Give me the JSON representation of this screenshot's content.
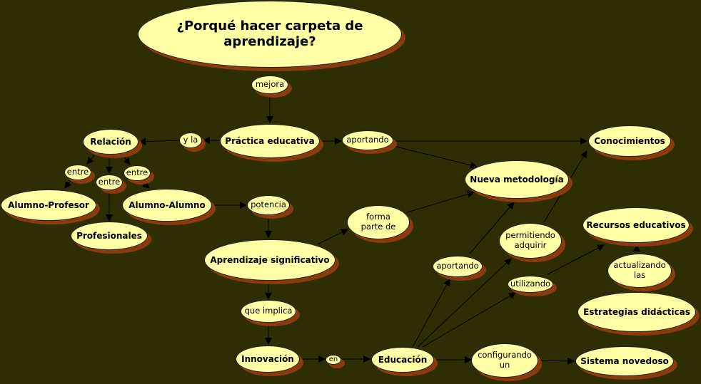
{
  "title": "¿Porqué hacer carpeta de aprendizaje?",
  "concepts": {
    "practica": "Práctica educativa",
    "relacion": "Relación",
    "alumno_profesor": "Alumno-Profesor",
    "alumno_alumno": "Alumno-Alumno",
    "profesionales": "Profesionales",
    "aprendizaje": "Aprendizaje significativo",
    "innovacion": "Innovación",
    "educacion": "Educación",
    "sistema": "Sistema novedoso",
    "conocimientos": "Conocimientos",
    "nueva_metodologia": "Nueva metodología",
    "recursos": "Recursos educativos",
    "estrategias": "Estrategias didácticas"
  },
  "links": {
    "mejora": "mejora",
    "y_la": "y la",
    "entre1": "entre",
    "entre2": "entre",
    "entre3": "entre",
    "potencia": "potencia",
    "forma_parte": "forma parte de",
    "que_implica": "que implica",
    "en": "en",
    "configurando": "configurando un",
    "aportando1": "aportando",
    "aportando2": "aportando",
    "permitiendo": "permitiendo adquirir",
    "utilizando": "utilizando",
    "actualizando": "actualizando las"
  }
}
